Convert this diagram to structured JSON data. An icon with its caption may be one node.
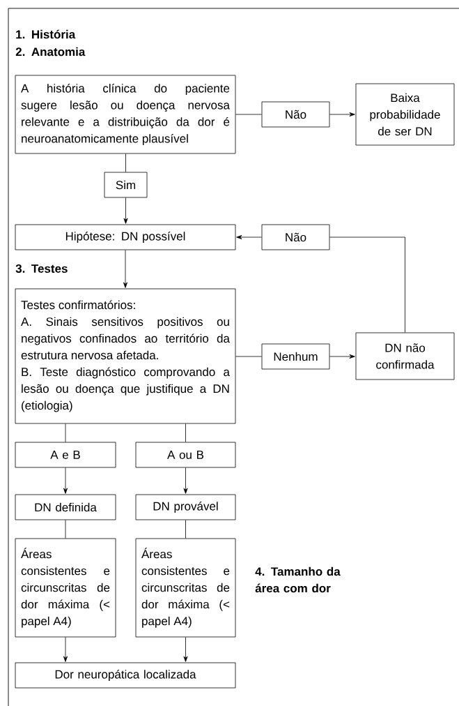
{
  "diagram": {
    "nodes": [
      {
        "text": [
          "A história clínica do paciente sugere lesão ou doença nervosa relevante e a distribuição da dor é neuroanatomicamente plausível"
        ]
      },
      {
        "text": [
          "Não"
        ]
      },
      {
        "text": [
          "Baixa probabilidade de ser DN"
        ]
      },
      {
        "text": [
          "Sim"
        ]
      },
      {
        "text": [
          "Hipótese: DN possível"
        ]
      },
      {
        "text": [
          "Não"
        ]
      },
      {
        "text": [
          "Testes confirmatórios:",
          "A. Sinais sensitivos positivos ou negativos confinados ao território da estrutura nervosa afetada.",
          "B. Teste diagnóstico comprovando a lesão ou doença que justifique a DN (etiologia)"
        ]
      },
      {
        "text": [
          "Nenhum"
        ]
      },
      {
        "text": [
          "DN não confirmada"
        ]
      },
      {
        "text": [
          "A e B"
        ]
      },
      {
        "text": [
          "A ou B"
        ]
      },
      {
        "text": [
          "DN definida"
        ]
      },
      {
        "text": [
          "DN provável"
        ]
      },
      {
        "text": [
          "Áreas consistentes e circunscritas de dor máxima (< papel A4)"
        ]
      },
      {
        "text": [
          "Áreas consistentes e circunscritas de dor máxima (< papel A4)"
        ]
      },
      {
        "text": [
          "Dor neuropática localizada"
        ]
      }
    ],
    "edges": [
      {
        "from": 0,
        "to": 1,
        "arrow": "none"
      },
      {
        "from": 1,
        "to": 2,
        "arrow": "to"
      },
      {
        "from": 0,
        "to": 3,
        "arrow": "none"
      },
      {
        "from": 3,
        "to": 4,
        "arrow": "to"
      },
      {
        "from": 8,
        "to": 5,
        "arrow": "none"
      },
      {
        "from": 5,
        "to": 4,
        "arrow": "to"
      },
      {
        "from": 4,
        "to": 6,
        "arrow": "to"
      },
      {
        "from": 6,
        "to": 7,
        "arrow": "none"
      },
      {
        "from": 7,
        "to": 8,
        "arrow": "to"
      },
      {
        "from": 6,
        "to": 9,
        "arrow": "none"
      },
      {
        "from": 6,
        "to": 10,
        "arrow": "none"
      },
      {
        "from": 9,
        "to": 11,
        "arrow": "to"
      },
      {
        "from": 10,
        "to": 12,
        "arrow": "to"
      },
      {
        "from": 11,
        "to": 13,
        "arrow": "none"
      },
      {
        "from": 12,
        "to": 14,
        "arrow": "none"
      },
      {
        "from": 13,
        "to": 15,
        "arrow": "to"
      },
      {
        "from": 14,
        "to": 15,
        "arrow": "to"
      }
    ],
    "labels": [
      "1. História",
      "2. Anatomia",
      "3. Testes",
      "4. Tamanho da área com dor"
    ]
  }
}
